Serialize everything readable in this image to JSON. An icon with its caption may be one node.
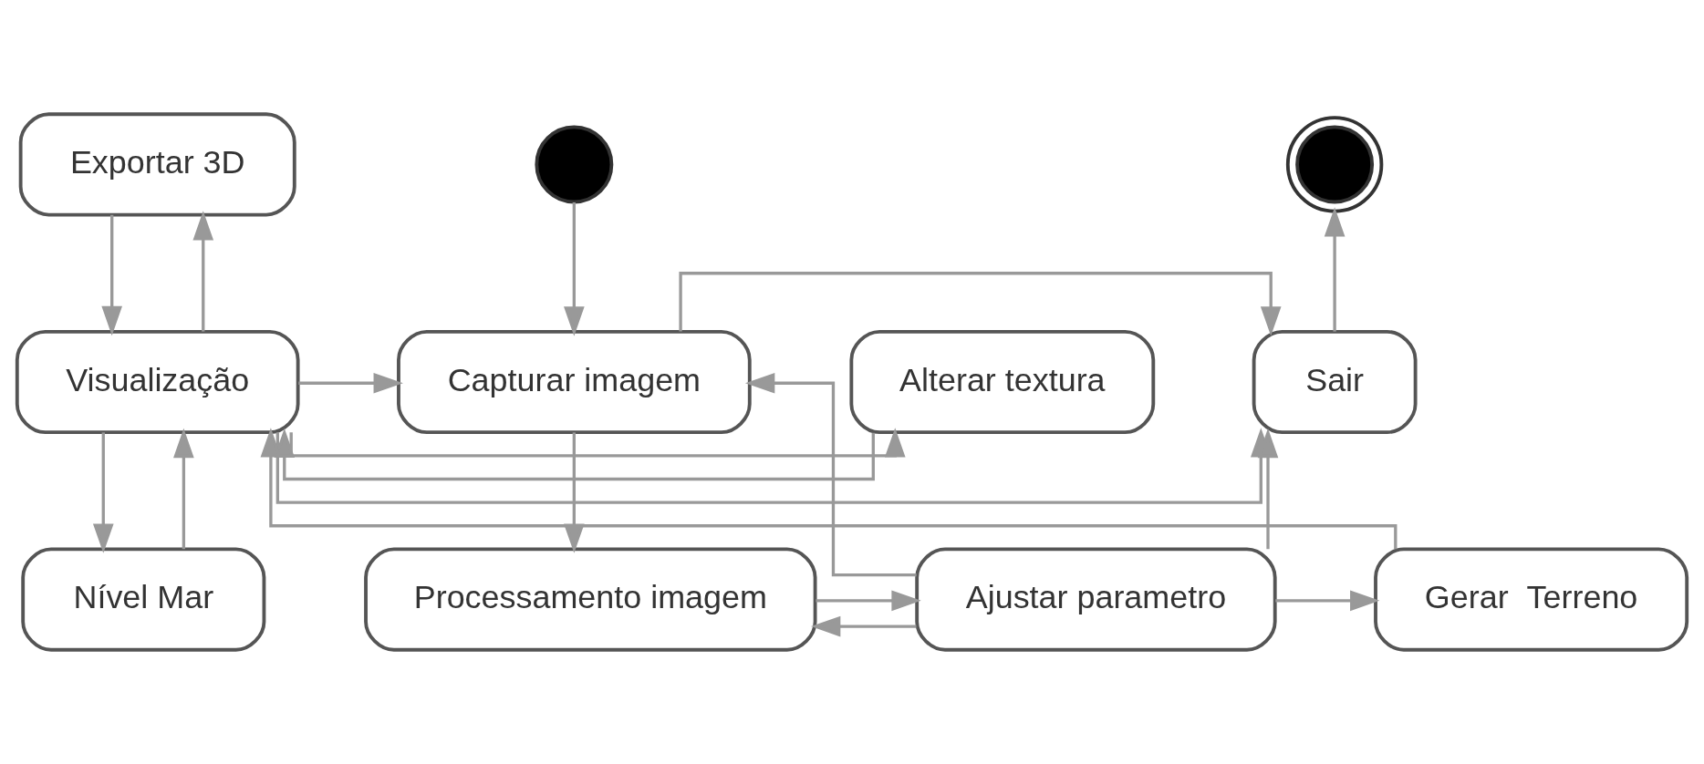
{
  "diagram": {
    "nodes": [
      {
        "text": [],
        "shape": "circle"
      },
      {
        "text": [],
        "shape": "circle"
      },
      {
        "text": [
          "Exportar 3D"
        ]
      },
      {
        "text": [
          "Capturar imagem"
        ]
      },
      {
        "text": [
          "Sair"
        ]
      },
      {
        "text": [
          "Visualização"
        ]
      },
      {
        "text": [
          "Alterar textura"
        ]
      },
      {
        "text": [
          "Processamento imagem"
        ]
      },
      {
        "text": [
          "Ajustar parametro"
        ]
      },
      {
        "text": [
          "Gerar  Terreno"
        ]
      },
      {
        "text": [
          "Nível Mar"
        ]
      }
    ],
    "edges": [
      {
        "from": 0,
        "to": 3,
        "arrow": "to"
      },
      {
        "from": 5,
        "to": 3,
        "arrow": "to"
      },
      {
        "from": 3,
        "to": 4,
        "arrow": "to"
      },
      {
        "from": 4,
        "to": 1,
        "arrow": "to"
      },
      {
        "from": 5,
        "to": 2,
        "arrow": "to"
      },
      {
        "from": 2,
        "to": 5,
        "arrow": "to"
      },
      {
        "from": 6,
        "to": 5,
        "arrow": "to"
      },
      {
        "from": 5,
        "to": 6,
        "arrow": "to"
      },
      {
        "from": 5,
        "to": 4,
        "arrow": "to"
      },
      {
        "from": 8,
        "to": 3,
        "arrow": "to"
      },
      {
        "from": 8,
        "to": 4,
        "arrow": "to"
      },
      {
        "from": 8,
        "to": 7,
        "arrow": "to"
      },
      {
        "from": 8,
        "to": 9,
        "arrow": "to"
      },
      {
        "from": 9,
        "to": 5,
        "arrow": "to"
      },
      {
        "from": 3,
        "to": 7,
        "arrow": "to"
      },
      {
        "from": 7,
        "to": 8,
        "arrow": "to"
      },
      {
        "from": 5,
        "to": 10,
        "arrow": "to"
      },
      {
        "from": 10,
        "to": 5,
        "arrow": "to"
      }
    ]
  }
}
